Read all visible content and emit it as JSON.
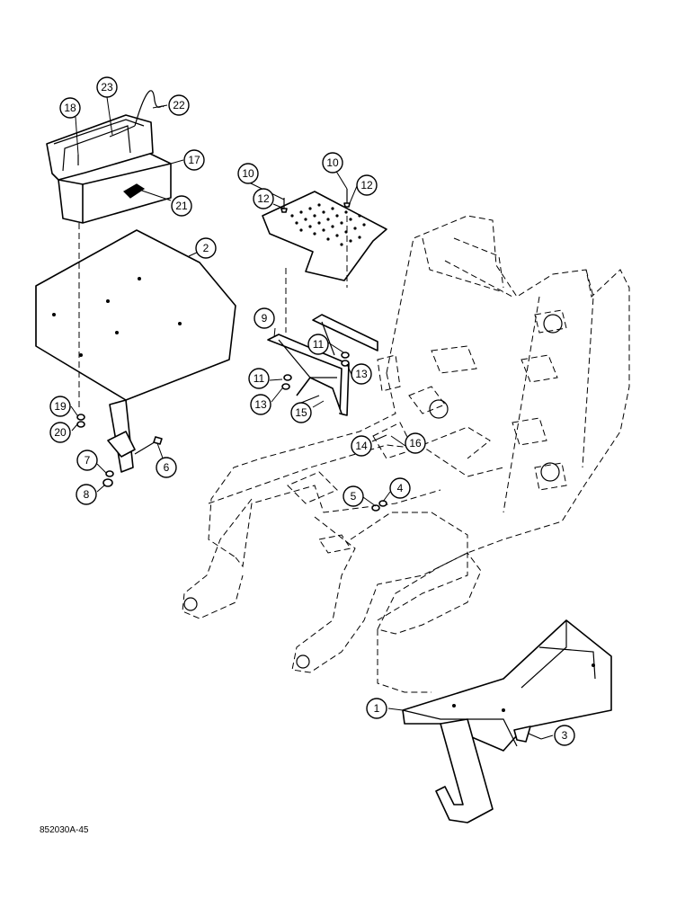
{
  "figure": {
    "reference_code": "852030A-45"
  },
  "callouts": [
    {
      "id": "c1",
      "label": "1"
    },
    {
      "id": "c2",
      "label": "2"
    },
    {
      "id": "c3",
      "label": "3"
    },
    {
      "id": "c4",
      "label": "4"
    },
    {
      "id": "c5",
      "label": "5"
    },
    {
      "id": "c6",
      "label": "6"
    },
    {
      "id": "c7",
      "label": "7"
    },
    {
      "id": "c8",
      "label": "8"
    },
    {
      "id": "c9",
      "label": "9"
    },
    {
      "id": "c10a",
      "label": "10"
    },
    {
      "id": "c10b",
      "label": "10"
    },
    {
      "id": "c11a",
      "label": "11"
    },
    {
      "id": "c11b",
      "label": "11"
    },
    {
      "id": "c12a",
      "label": "12"
    },
    {
      "id": "c12b",
      "label": "12"
    },
    {
      "id": "c13a",
      "label": "13"
    },
    {
      "id": "c13b",
      "label": "13"
    },
    {
      "id": "c14",
      "label": "14"
    },
    {
      "id": "c15",
      "label": "15"
    },
    {
      "id": "c16",
      "label": "16"
    },
    {
      "id": "c17",
      "label": "17"
    },
    {
      "id": "c18",
      "label": "18"
    },
    {
      "id": "c19",
      "label": "19"
    },
    {
      "id": "c20",
      "label": "20"
    },
    {
      "id": "c21",
      "label": "21"
    },
    {
      "id": "c22",
      "label": "22"
    },
    {
      "id": "c23",
      "label": "23"
    }
  ]
}
